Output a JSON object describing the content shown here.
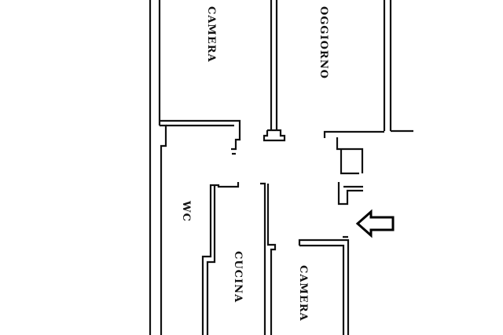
{
  "rooms": {
    "camera_top": "CAMERA",
    "soggiorno": "OGGIORNO",
    "wc": "WC",
    "cucina": "CUCINA",
    "camera_bottom": "CAMERA"
  },
  "icons": {
    "entrance": "entrance-arrow-icon"
  }
}
